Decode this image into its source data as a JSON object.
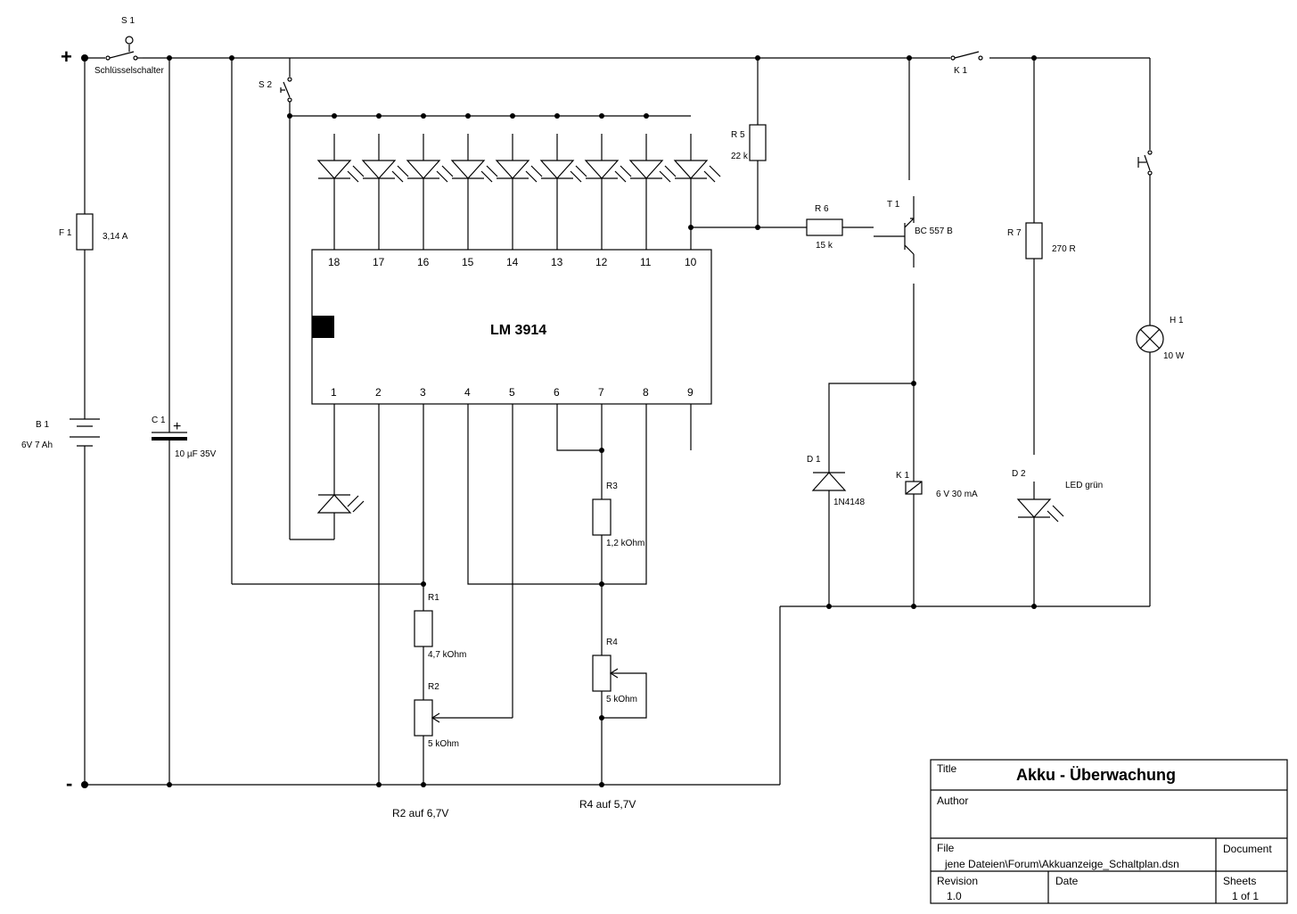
{
  "rails": {
    "plus": "+",
    "minus": "-"
  },
  "switches": {
    "s1": {
      "ref": "S 1",
      "name": "Schlüsselschalter"
    },
    "s2": {
      "ref": "S 2"
    },
    "k1_contact": {
      "ref": "K 1"
    }
  },
  "fuse": {
    "ref": "F 1",
    "value": "3,14 A"
  },
  "battery": {
    "ref": "B 1",
    "value": "6V 7 Ah"
  },
  "capacitor": {
    "ref": "C 1",
    "value": "10 µF 35V",
    "polarity": "+"
  },
  "ic": {
    "name": "LM 3914",
    "pins_top": [
      "18",
      "17",
      "16",
      "15",
      "14",
      "13",
      "12",
      "11",
      "10"
    ],
    "pins_bottom": [
      "1",
      "2",
      "3",
      "4",
      "5",
      "6",
      "7",
      "8",
      "9"
    ]
  },
  "resistors": {
    "r1": {
      "ref": "R1",
      "value": "4,7 kOhm"
    },
    "r2": {
      "ref": "R2",
      "value": "5 kOhm"
    },
    "r3": {
      "ref": "R3",
      "value": "1,2 kOhm"
    },
    "r4": {
      "ref": "R4",
      "value": "5 kOhm"
    },
    "r5": {
      "ref": "R 5",
      "value": "22 k"
    },
    "r6": {
      "ref": "R 6",
      "value": "15 k"
    },
    "r7": {
      "ref": "R 7",
      "value": "270 R"
    }
  },
  "transistor": {
    "ref": "T 1",
    "value": "BC 557 B"
  },
  "diode": {
    "ref": "D 1",
    "value": "1N4148"
  },
  "led_green": {
    "ref": "D 2",
    "value": "LED grün"
  },
  "relay": {
    "ref": "K 1",
    "value": "6 V  30 mA"
  },
  "lamp": {
    "ref": "H 1",
    "value": "10 W"
  },
  "notes": {
    "r2": "R2  auf 6,7V",
    "r4": "R4  auf   5,7V"
  },
  "title_block": {
    "title_label": "Title",
    "title": "Akku - Überwachung",
    "author_label": "Author",
    "file_label": "File",
    "file": "jene Dateien\\Forum\\Akkuanzeige_Schaltplan.dsn",
    "document_label": "Document",
    "revision_label": "Revision",
    "revision": "1.0",
    "date_label": "Date",
    "sheets_label": "Sheets",
    "sheets": "1 of 1"
  }
}
